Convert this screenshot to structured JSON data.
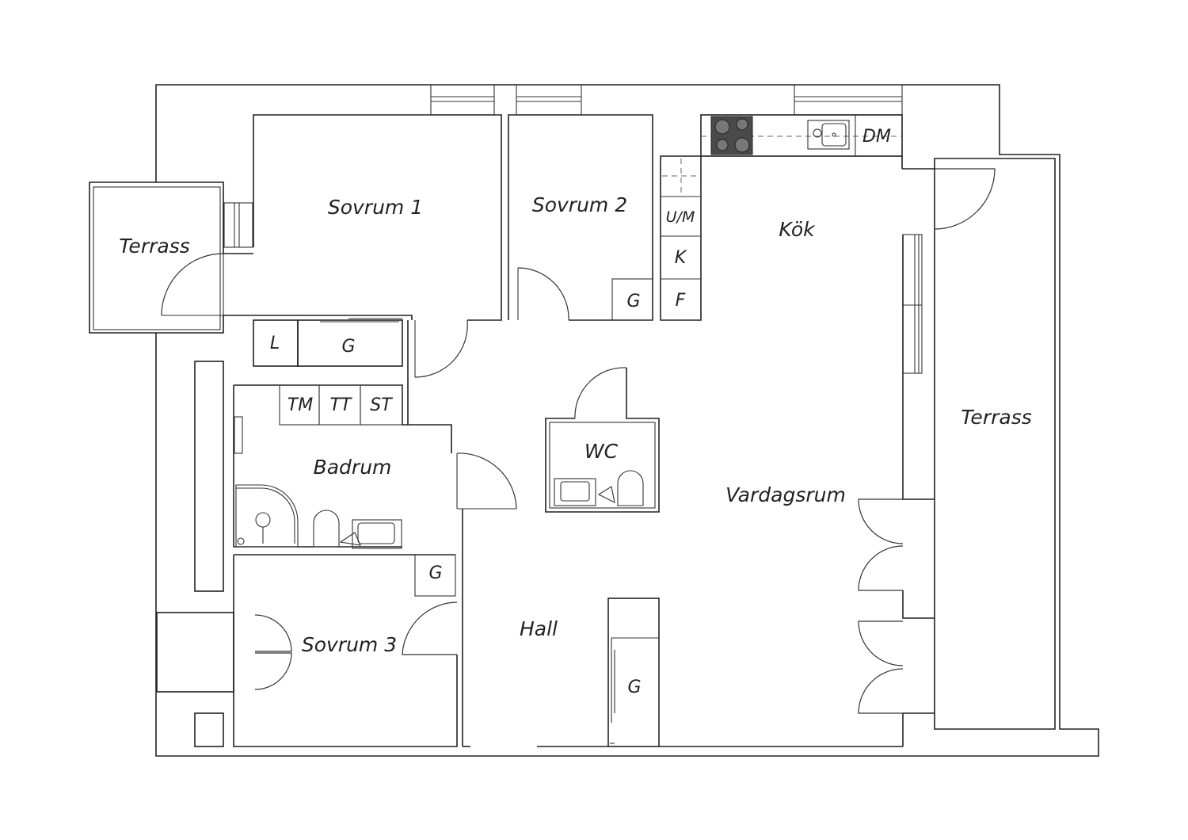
{
  "rooms": {
    "terrass_west": "Terrass",
    "sovrum1": "Sovrum 1",
    "sovrum2": "Sovrum 2",
    "kok": "Kök",
    "terrass_east": "Terrass",
    "badrum": "Badrum",
    "wc": "WC",
    "vardagsrum": "Vardagsrum",
    "hall": "Hall",
    "sovrum3": "Sovrum 3"
  },
  "fixtures": {
    "dm": "DM",
    "um": "U/M",
    "k": "K",
    "f": "F",
    "g_sovrum2": "G",
    "l": "L",
    "g_closet": "G",
    "tm": "TM",
    "tt": "TT",
    "st": "ST",
    "g_sovrum3": "G",
    "g_hall": "G"
  },
  "colors": {
    "line": "#222222",
    "hob": "#4a4a4a",
    "background": "#ffffff"
  }
}
